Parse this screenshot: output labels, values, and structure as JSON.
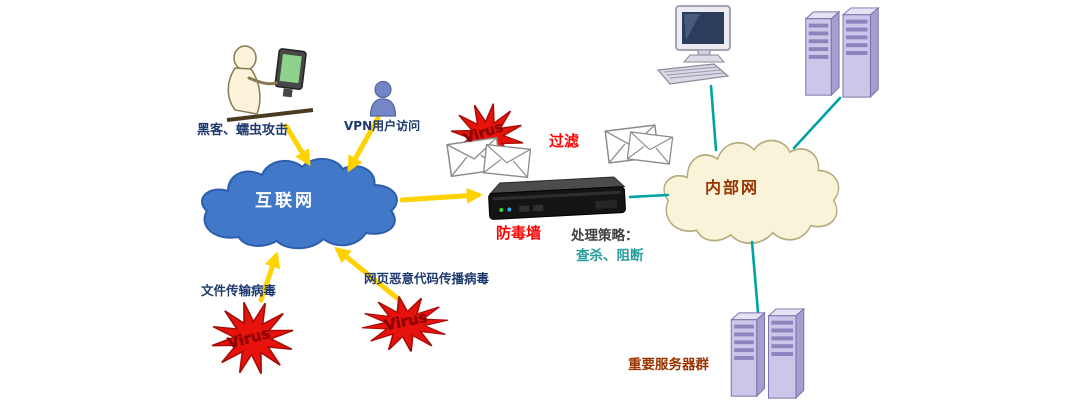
{
  "labels": {
    "hacker_attack": "黑客、蠕虫攻击",
    "vpn_user": "VPN用户访问",
    "internet": "互联网",
    "virus": "Virus",
    "filter": "过滤",
    "firewall": "防毒墙",
    "policy_title": "处理策略：",
    "policy_actions": "查杀、阻断",
    "intranet": "内部网",
    "file_transfer_virus": "文件传输病毒",
    "web_malicious_code_virus": "网页恶意代码传播病毒",
    "important_server_group": "重要服务器群"
  },
  "icons": {
    "hacker": "hacker-terminal-icon",
    "vpn_user": "person-icon",
    "internet": "cloud-icon",
    "virus": "starburst-icon",
    "mail": "envelope-icon",
    "firewall": "rack-appliance-icon",
    "intranet": "cloud-icon",
    "workstation": "desktop-computer-icon",
    "servers": "server-tower-icon"
  },
  "colors": {
    "internet_cloud": "#4178c8",
    "intranet_cloud_fill": "#f9f4d9",
    "intranet_cloud_stroke": "#b5ab7e",
    "arrow_yellow": "#ffd200",
    "line_teal": "#00a3a3",
    "star_red": "#e8120c",
    "virus_text": "#8f0000",
    "red_label": "#ff0000",
    "navy_label": "#1f3a6e",
    "maroon_label": "#993300",
    "policy_teal": "#2a9d9d",
    "policy_dark": "#404040"
  }
}
